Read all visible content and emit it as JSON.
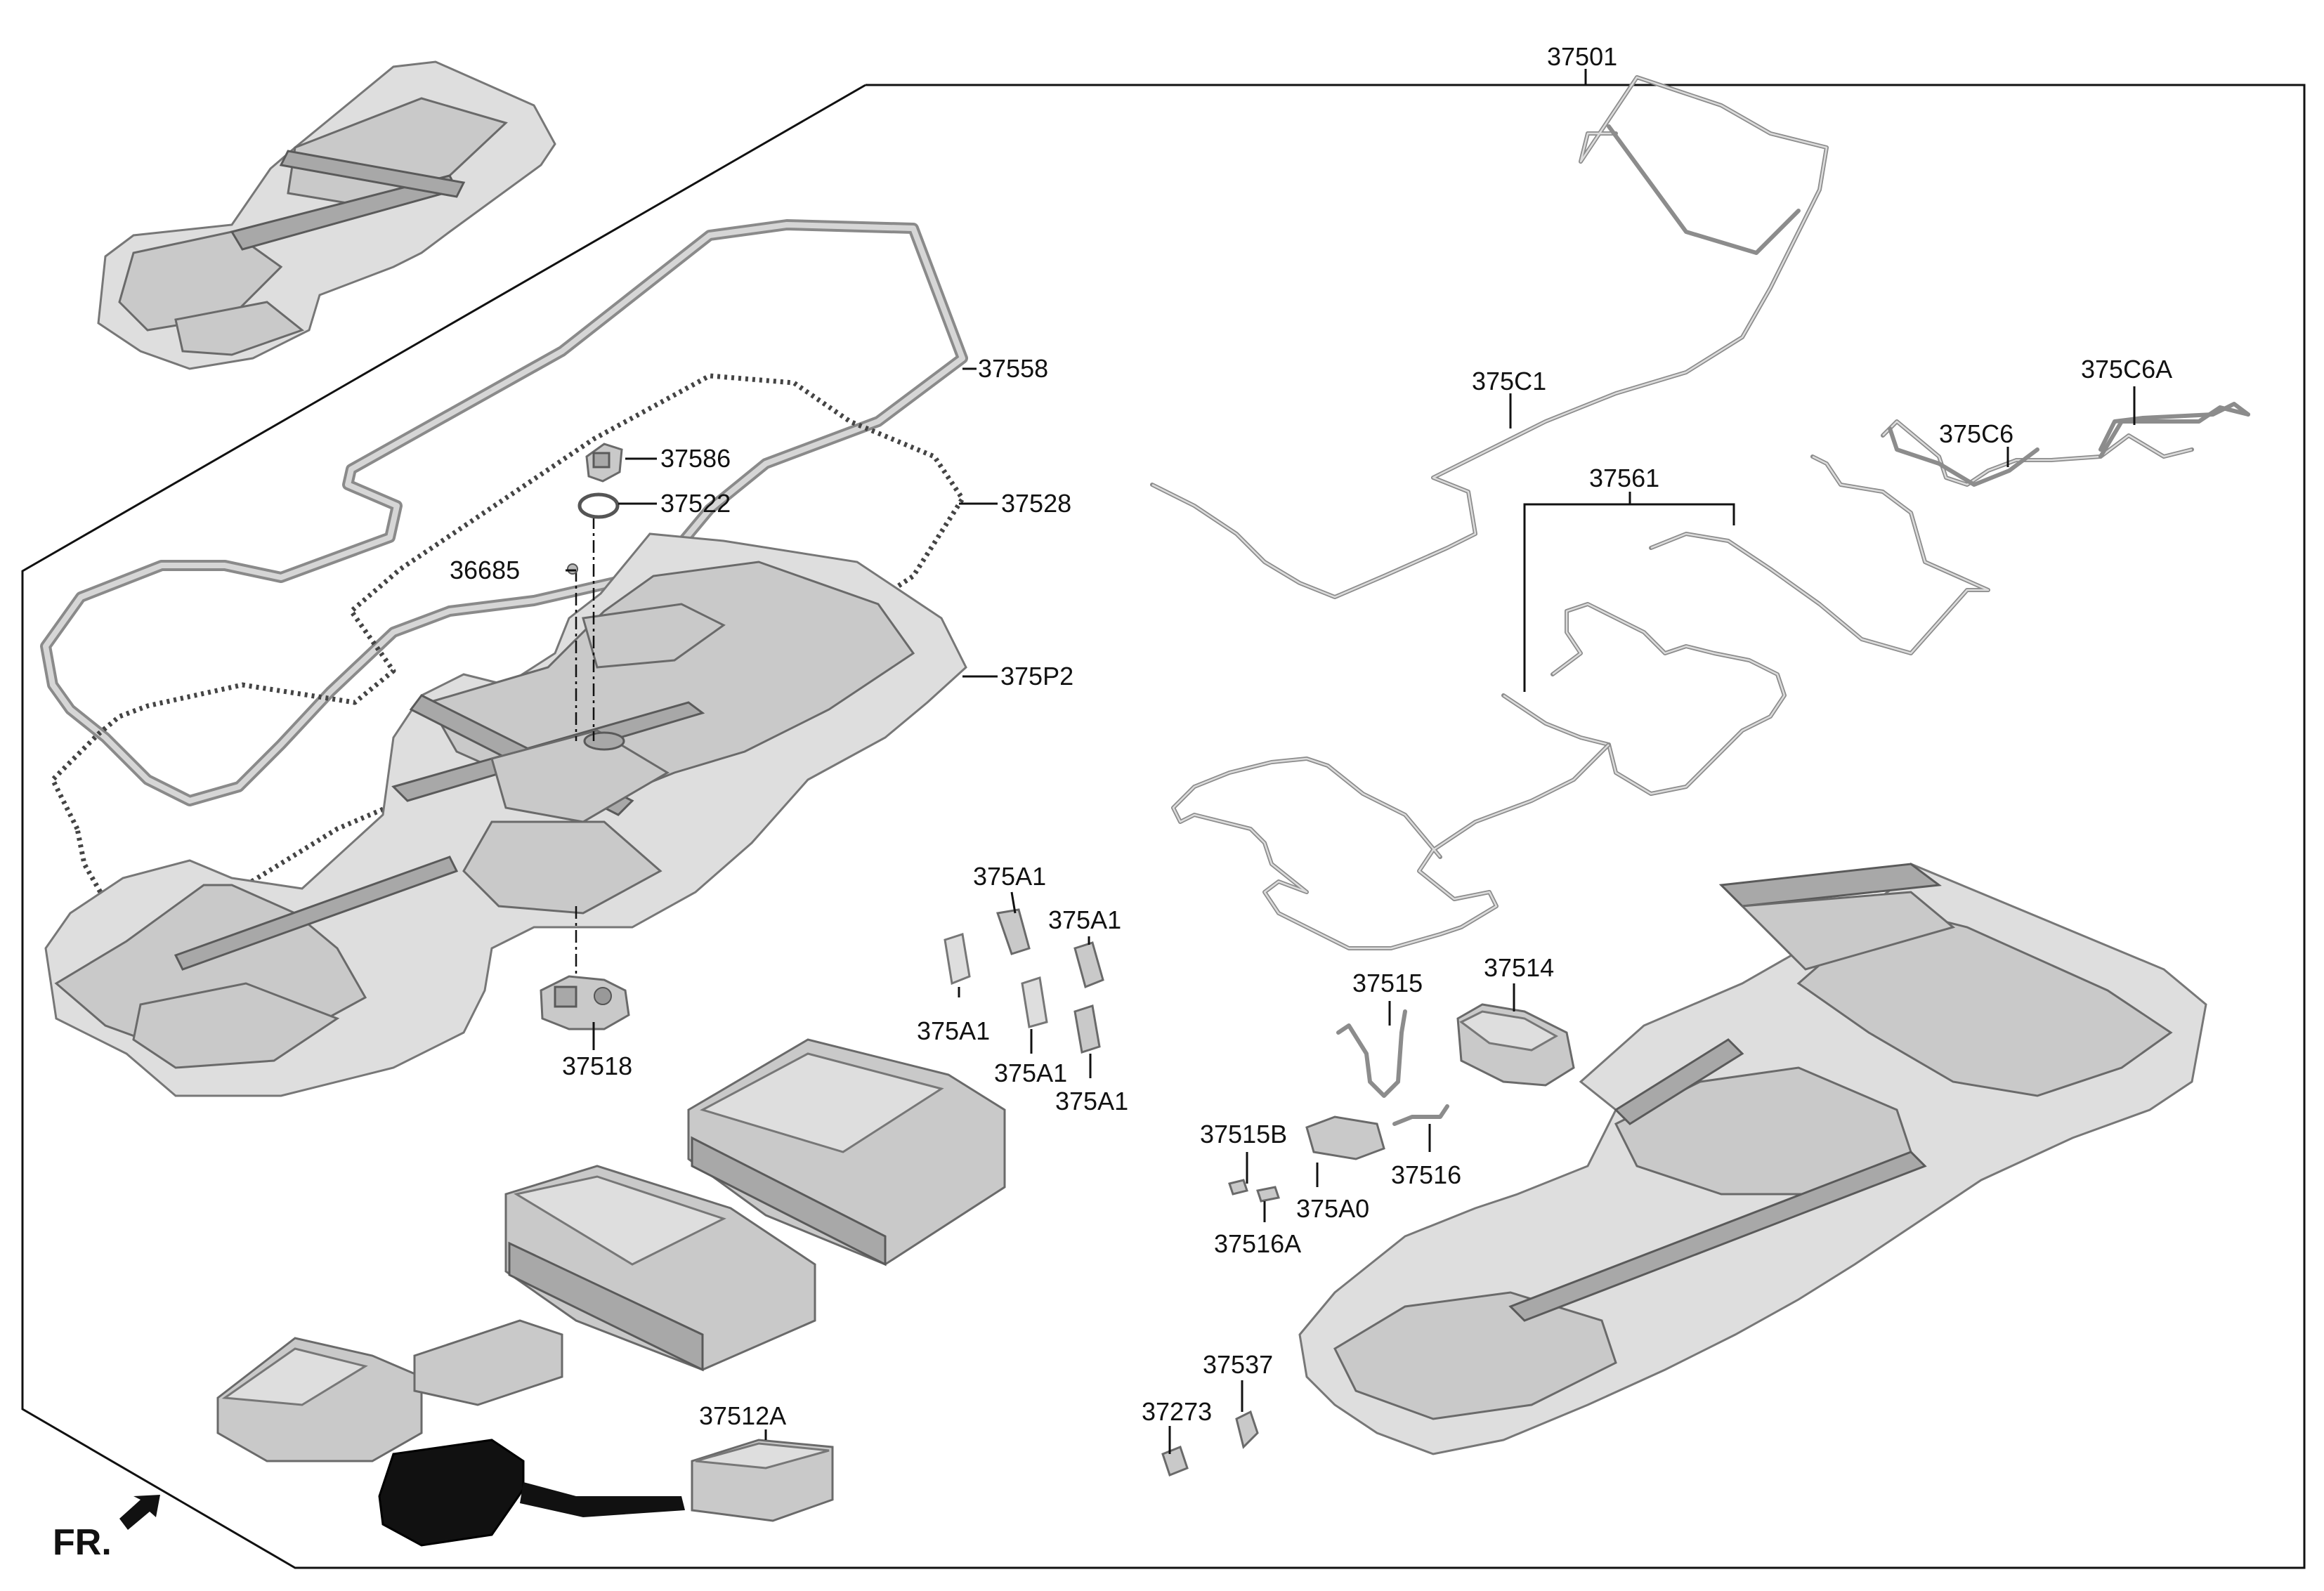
{
  "diagram": {
    "front_indicator": "FR.",
    "labels": {
      "assembly": "37501",
      "gasket_outer": "37558",
      "connector_top": "37586",
      "oring": "37522",
      "gasket_inner": "37528",
      "bolt": "36685",
      "upper_cover": "375P2",
      "relay_block": "37518",
      "wiring_main": "375C1",
      "cable_c6": "375C6",
      "cable_c6a": "375C6A",
      "wiring_module": "37561",
      "sensor_1": "375A1",
      "sensor_2": "375A1",
      "sensor_3": "375A1",
      "sensor_4": "375A1",
      "sensor_5": "375A1",
      "bracket_wire": "37515",
      "bms_unit": "37514",
      "bracket_b": "37515B",
      "bracket_clip": "37516",
      "module_a0": "375A0",
      "bracket_clip_a": "37516A",
      "vent": "37537",
      "plug": "37273",
      "cell_pack": "37512A"
    }
  }
}
